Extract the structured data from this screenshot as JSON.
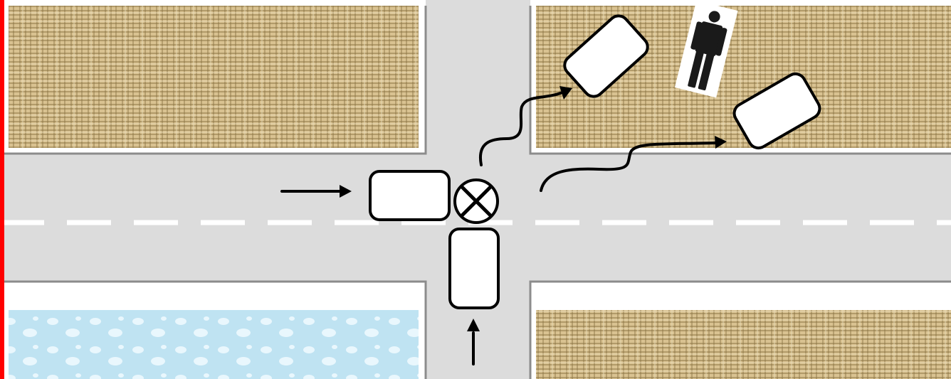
{
  "scene": {
    "colors": {
      "road": "#dcdcdc",
      "sidewalk": "#ffffff",
      "curb": "#8c8c8c",
      "sand": "#d9c291",
      "sand_fiber": "#8a7444",
      "sand_light": "#ece0bd",
      "water": "#bfe3f2",
      "water_drop": "#e9f7fd",
      "lane_marking": "#ffffff",
      "vehicle_fill": "#ffffff",
      "outline": "#000000",
      "border": "#ff0000",
      "pedestrian": "#1a1a1a"
    },
    "icons": [
      "car-icon",
      "collision-point-icon",
      "pedestrian-icon",
      "arrow-right-icon",
      "arrow-up-icon"
    ],
    "vehicles": [
      {
        "name": "car-approaching-from-left",
        "state": "before impact",
        "heading": "east"
      },
      {
        "name": "car-approaching-from-bottom",
        "state": "before impact",
        "heading": "north"
      },
      {
        "name": "car-after-impact-upper",
        "state": "final rest position"
      },
      {
        "name": "car-after-impact-right",
        "state": "final rest position"
      }
    ],
    "collision_point": "⊗",
    "lane_divider": "dashed"
  }
}
